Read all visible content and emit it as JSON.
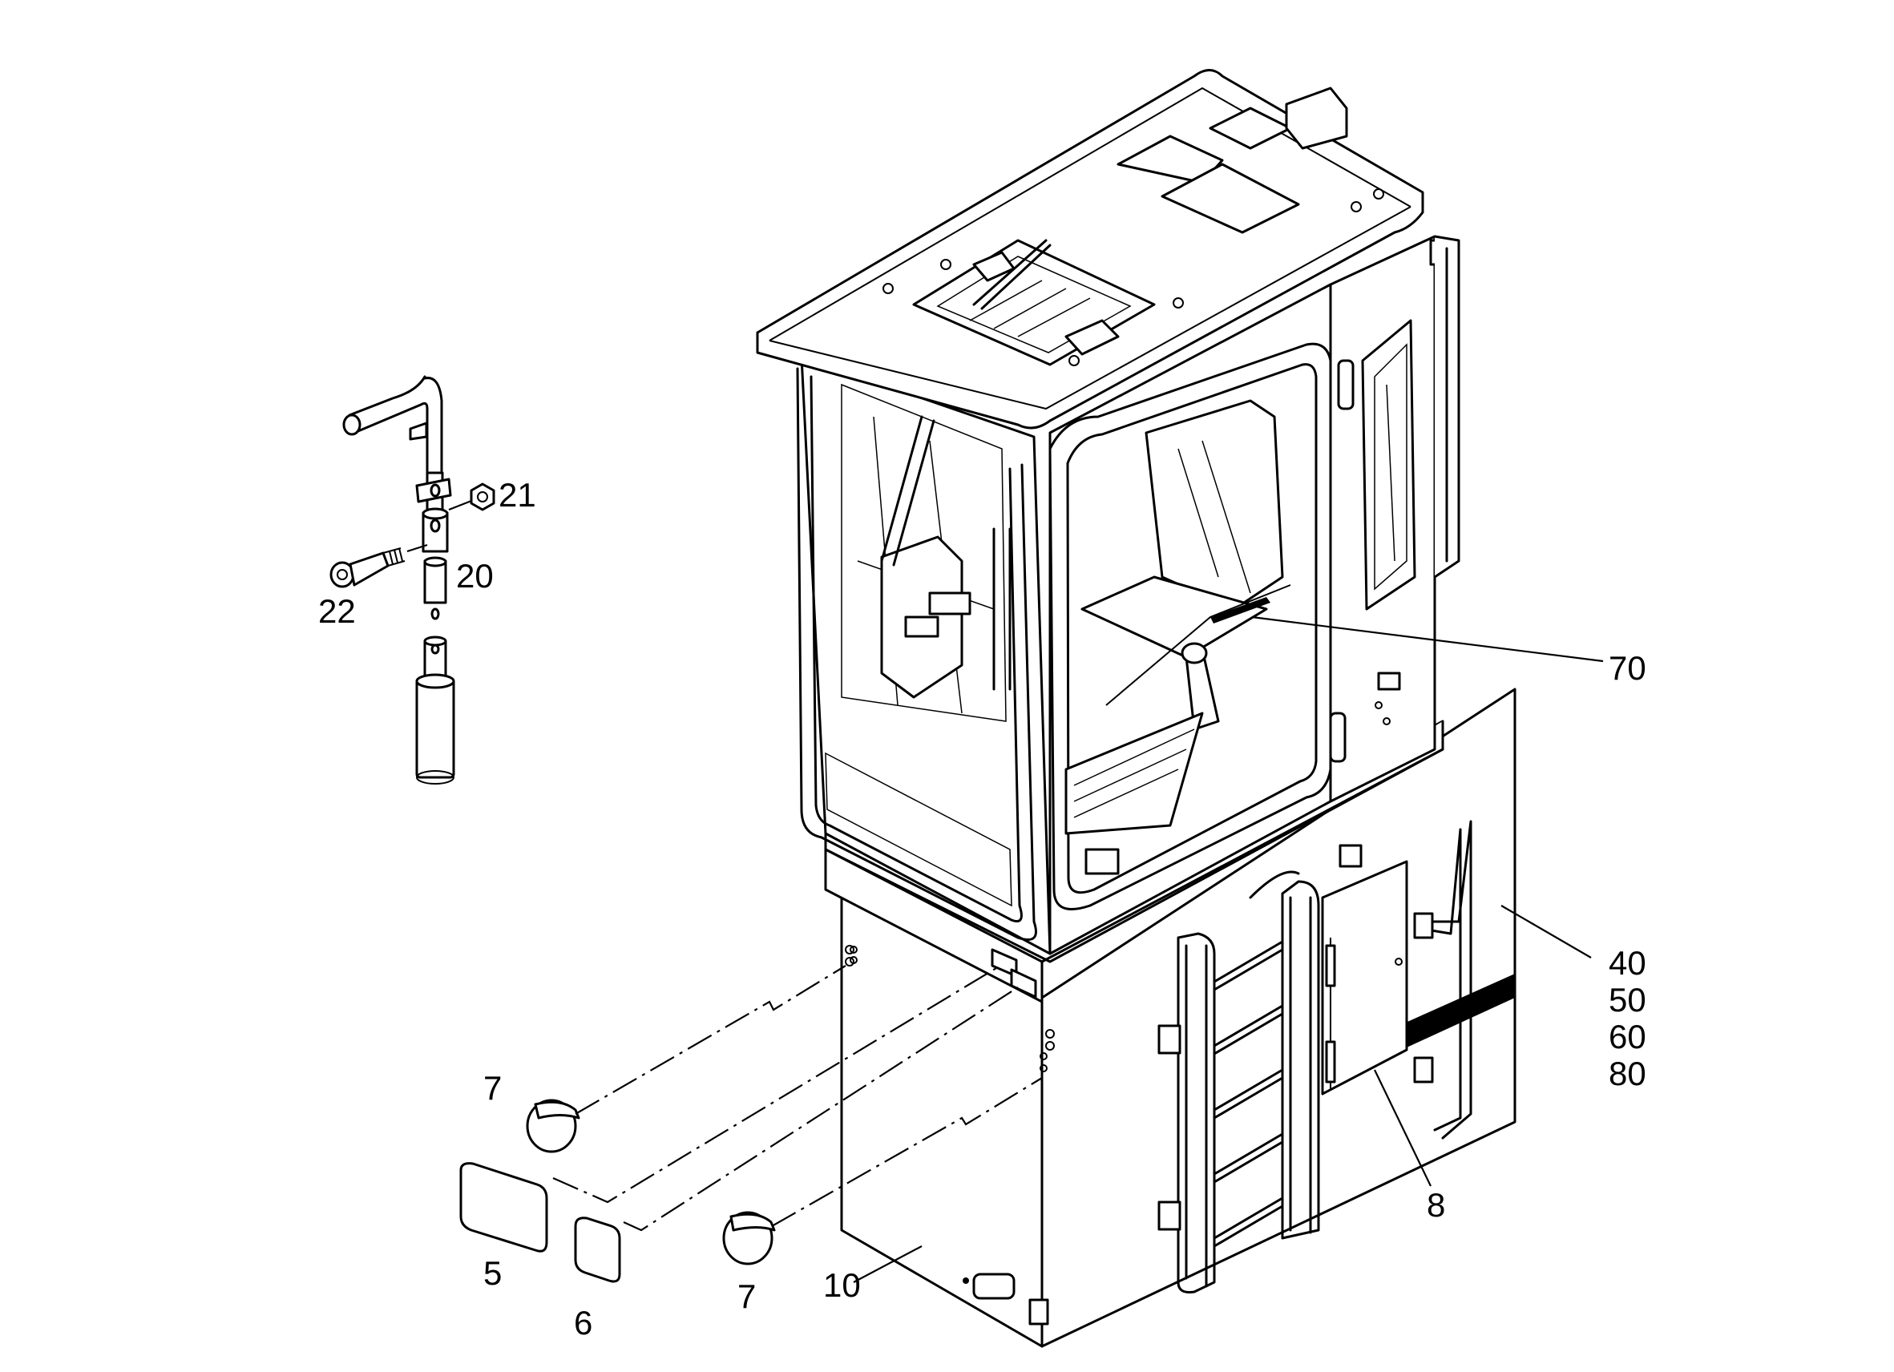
{
  "callouts": {
    "c5": "5",
    "c6": "6",
    "c7a": "7",
    "c7b": "7",
    "c8": "8",
    "c10": "10",
    "c20": "20",
    "c21": "21",
    "c22": "22",
    "c40": "40",
    "c50": "50",
    "c60": "60",
    "c70": "70",
    "c80": "80"
  }
}
